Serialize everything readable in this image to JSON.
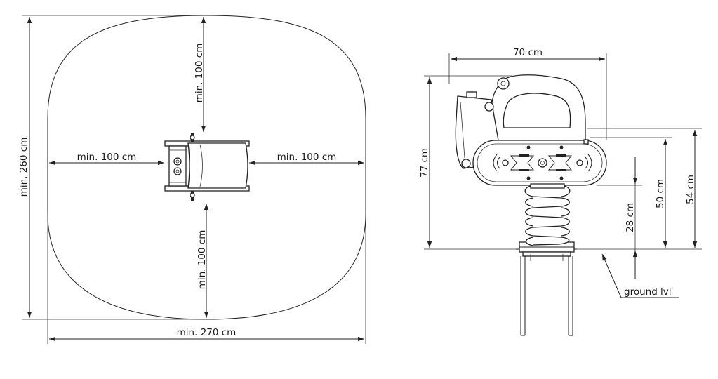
{
  "top_view": {
    "depth_label": "min. 260 cm",
    "width_label": "min. 270 cm",
    "top_clear_label": "min. 100 cm",
    "bottom_clear_label": "min. 100 cm",
    "left_clear_label": "min. 100 cm",
    "right_clear_label": "min. 100 cm"
  },
  "side_view": {
    "length_label": "70 cm",
    "height_label": "77 cm",
    "seat_height_label": "28 cm",
    "body_top_label": "50 cm",
    "handle_top_label": "54 cm",
    "ground_label": "ground lvl"
  }
}
